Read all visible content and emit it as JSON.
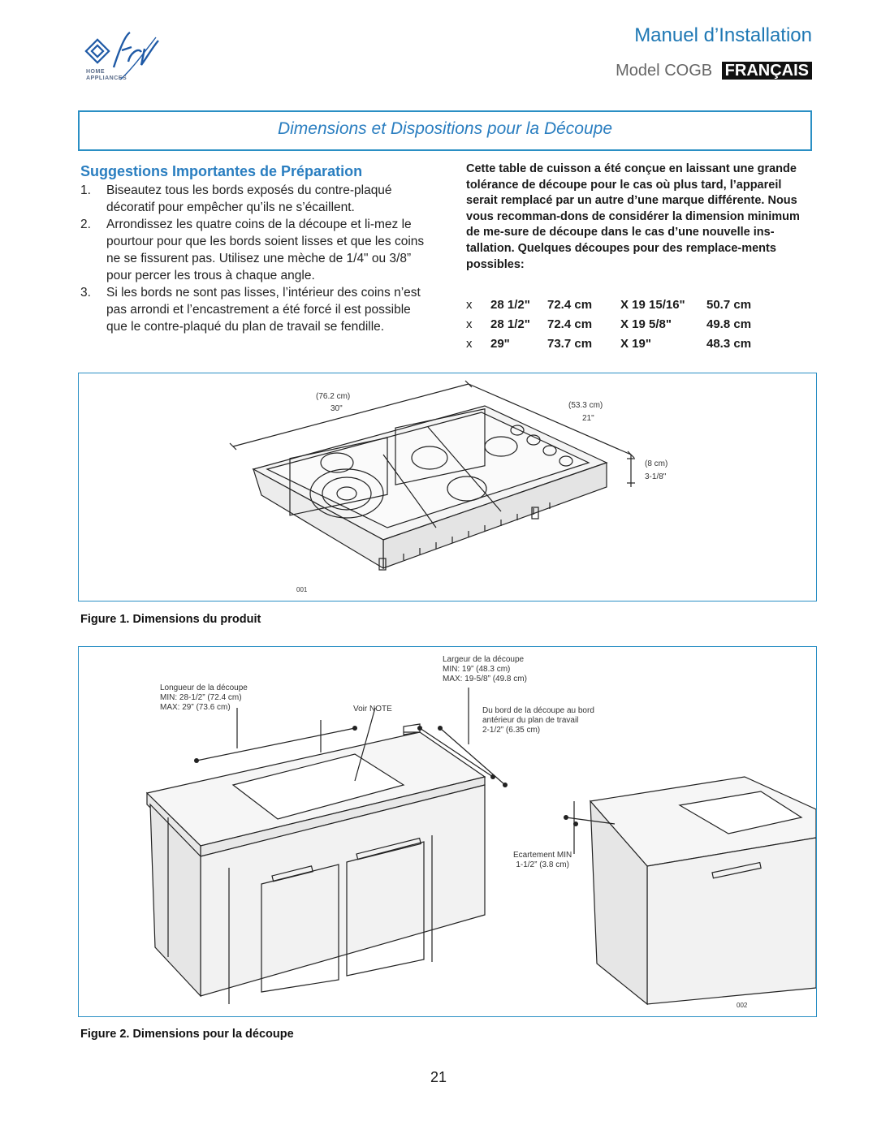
{
  "header": {
    "logo_text": "fcv",
    "logo_sub_1": "HOME",
    "logo_sub_2": "APPLIANCES",
    "manual_title": "Manuel d’Installation",
    "model_label": "Model",
    "model_name": "COGB",
    "language": "FRANÇAIS"
  },
  "section_title": "Dimensions et Dispositions pour la Découpe",
  "left": {
    "heading": "Suggestions Importantes de Préparation",
    "items": [
      {
        "num": "1.",
        "text": "Biseautez tous les bords exposés du contre-plaqué décoratif pour empêcher qu’ils ne s’écaillent."
      },
      {
        "num": "2.",
        "text": "Arrondissez les quatre coins de la découpe et li-mez le pourtour pour que les bords soient lisses et que les coins ne se fissurent pas. Utilisez une mèche de 1/4\" ou 3/8” pour percer les trous à chaque angle."
      },
      {
        "num": "3.",
        "text": "Si les bords ne sont pas lisses, l’intérieur des coins n’est pas arrondi et l’encastrement a été forcé il est possible que le contre-plaqué du plan de travail se fendille."
      }
    ]
  },
  "right": {
    "paragraph": "Cette table de cuisson a été conçue en laissant une grande tolérance de découpe pour le cas où plus tard, l’appareil serait remplacé par un autre d’une marque différente. Nous vous recomman-dons de considérer la dimension minimum de me-sure de découpe dans le cas d’une nouvelle ins-tallation. Quelques découpes pour des remplace-ments possibles:",
    "dimensions": [
      {
        "bullet": "x",
        "in1": "28 1/2\"",
        "cm1": "72.4 cm",
        "in2": "X 19 15/16\"",
        "cm2": "50.7 cm"
      },
      {
        "bullet": "x",
        "in1": "28 1/2\"",
        "cm1": "72.4 cm",
        "in2": "X 19 5/8\"",
        "cm2": "49.8 cm"
      },
      {
        "bullet": "x",
        "in1": "29\"",
        "cm1": "73.7 cm",
        "in2": "X 19\"",
        "cm2": "48.3 cm"
      }
    ]
  },
  "figure1": {
    "caption": "Figure 1.  Dimensions du produit",
    "width_cm": "(76.2 cm)",
    "width_in": "30\"",
    "depth_cm": "(53.3 cm)",
    "depth_in": "21\"",
    "height_cm": "(8 cm)",
    "height_in": "3-1/8\"",
    "code": "001"
  },
  "figure2": {
    "caption": "Figure 2.  Dimensions pour la découpe",
    "length_title": "Longueur de la découpe",
    "length_min": "MIN: 28-1/2” (72.4 cm)",
    "length_max": "MAX: 29” (73.6 cm)",
    "note": "Voir NOTE",
    "width_title": "Largeur de la découpe",
    "width_min": "MIN: 19” (48.3 cm)",
    "width_max": "MAX: 19-5/8” (49.8 cm)",
    "edge_1": "Du bord de la découpe au bord",
    "edge_2": "antérieur du plan de travail",
    "edge_3": "2-1/2” (6.35 cm)",
    "gap_1": "Ecartement MIN",
    "gap_2": "1-1/2” (3.8 cm)",
    "code": "002"
  },
  "page_number": "21"
}
